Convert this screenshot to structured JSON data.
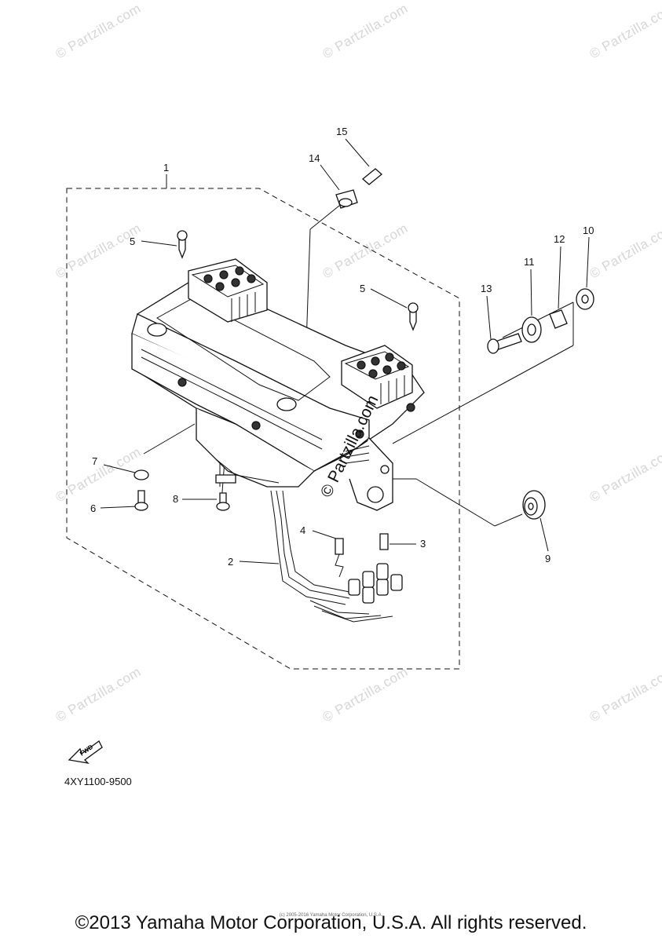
{
  "diagram": {
    "callouts": [
      "1",
      "2",
      "3",
      "4",
      "5",
      "5",
      "6",
      "7",
      "8",
      "9",
      "10",
      "11",
      "12",
      "13",
      "14",
      "15"
    ],
    "watermark_text": "© Partzilla.com",
    "center_watermark": "© Partzilla.com",
    "fwd_label": "FWD",
    "diagram_code": "4XY1100-9500",
    "copyright": "©2013 Yamaha Motor Corporation, U.S.A. All rights reserved.",
    "small_copyright": "(c) 2005-2016 Yamaha Motor Corporation, U.S.A."
  }
}
